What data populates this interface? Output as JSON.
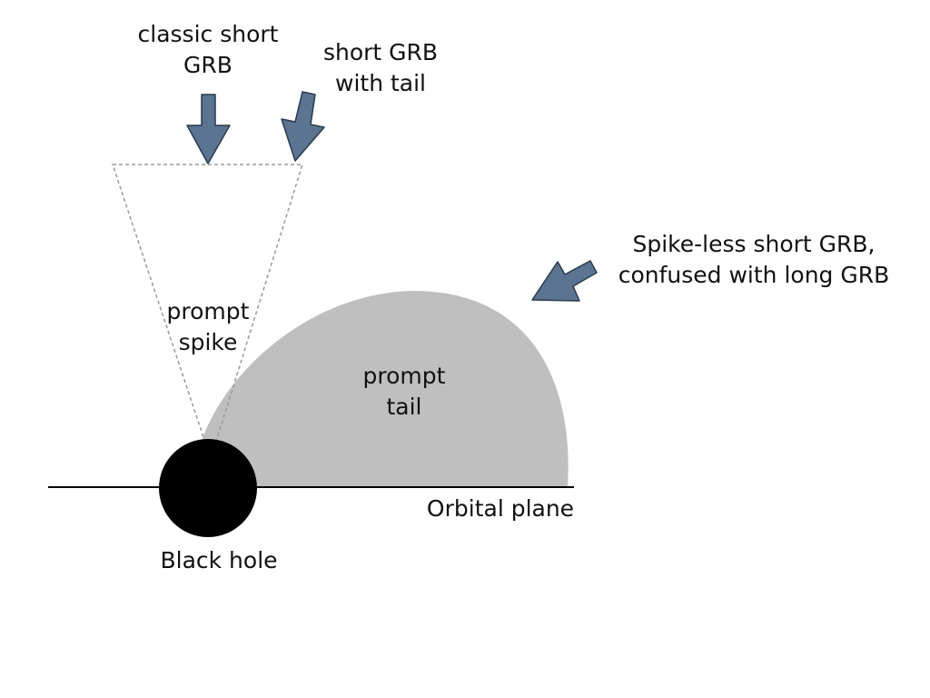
{
  "labels": {
    "classic_short_grb": [
      "classic short",
      "GRB"
    ],
    "short_grb_with_tail": [
      "short GRB",
      "with tail"
    ],
    "spike_less_short_grb": [
      "Spike-less short GRB,",
      "confused with long GRB"
    ],
    "prompt_spike": [
      "prompt",
      "spike"
    ],
    "prompt_tail": [
      "prompt",
      "tail"
    ],
    "orbital_plane": "Orbital plane",
    "black_hole": "Black hole"
  },
  "colors": {
    "background": "#ffffff",
    "arrow_fill": "#5a7492",
    "arrow_stroke": "#2a3a4c",
    "tail_fill": "#bfbfbf",
    "spike_outline": "#9a9a9a",
    "black_hole": "#000000",
    "plane_line": "#000000",
    "text": "#111111"
  },
  "icons": {
    "observer_arrow": "arrow-icon"
  }
}
